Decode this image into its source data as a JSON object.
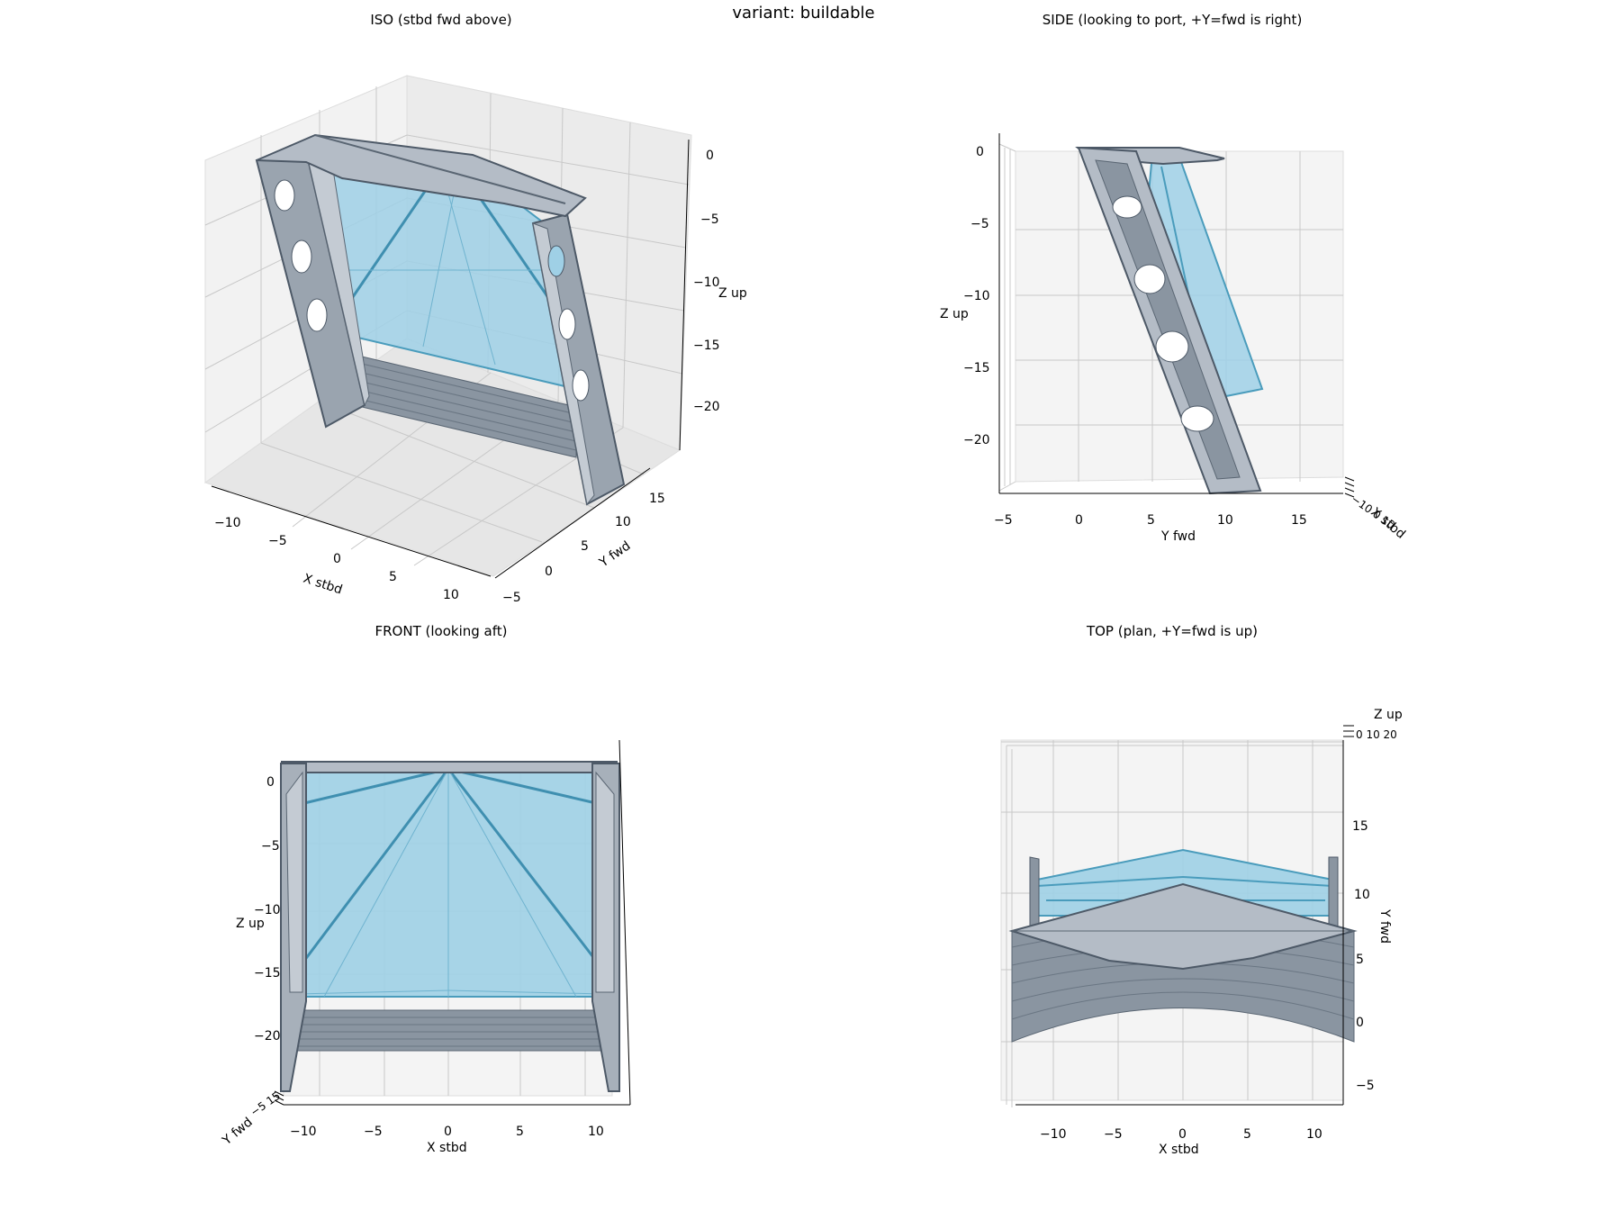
{
  "figure": {
    "suptitle": "variant: buildable"
  },
  "panels": {
    "iso": {
      "title": "ISO (stbd fwd above)",
      "x_label": "X stbd",
      "y_label": "Y fwd",
      "z_label": "Z up",
      "x_ticks": [
        "−10",
        "−5",
        "0",
        "5",
        "10"
      ],
      "y_ticks": [
        "−5",
        "0",
        "5",
        "10",
        "15"
      ],
      "z_ticks": [
        "0",
        "−5",
        "−10",
        "−15",
        "−20"
      ]
    },
    "side": {
      "title": "SIDE  (looking to port, +Y=fwd is right)",
      "y_label": "Y fwd",
      "z_label": "Z up",
      "x_label": "X stbd",
      "y_ticks": [
        "−5",
        "0",
        "5",
        "10",
        "15"
      ],
      "z_ticks": [
        "0",
        "−5",
        "−10",
        "−15",
        "−20"
      ],
      "x_ticks_squashed": "−10 0 10"
    },
    "front": {
      "title": "FRONT (looking aft)",
      "x_label": "X stbd",
      "z_label": "Z up",
      "y_label": "Y fwd",
      "x_ticks": [
        "−10",
        "−5",
        "0",
        "5",
        "10"
      ],
      "z_ticks": [
        "0",
        "−5",
        "−10",
        "−15",
        "−20"
      ],
      "y_ticks_squashed": "−5 15"
    },
    "top": {
      "title": "TOP  (plan, +Y=fwd is up)",
      "x_label": "X stbd",
      "y_label": "Y fwd",
      "z_label": "Z up",
      "x_ticks": [
        "−10",
        "−5",
        "0",
        "5",
        "10"
      ],
      "y_ticks": [
        "15",
        "10",
        "5",
        "0",
        "−5"
      ],
      "z_ticks_squashed": "0 10 20"
    }
  },
  "colors": {
    "sail_fill": "#9fd0e6",
    "sail_edge": "#4a9cbc",
    "frame_fill": "#b4bcc6",
    "frame_dark": "#5a6673",
    "pane": "#f2f2f2",
    "grid": "#c8c8c8"
  }
}
